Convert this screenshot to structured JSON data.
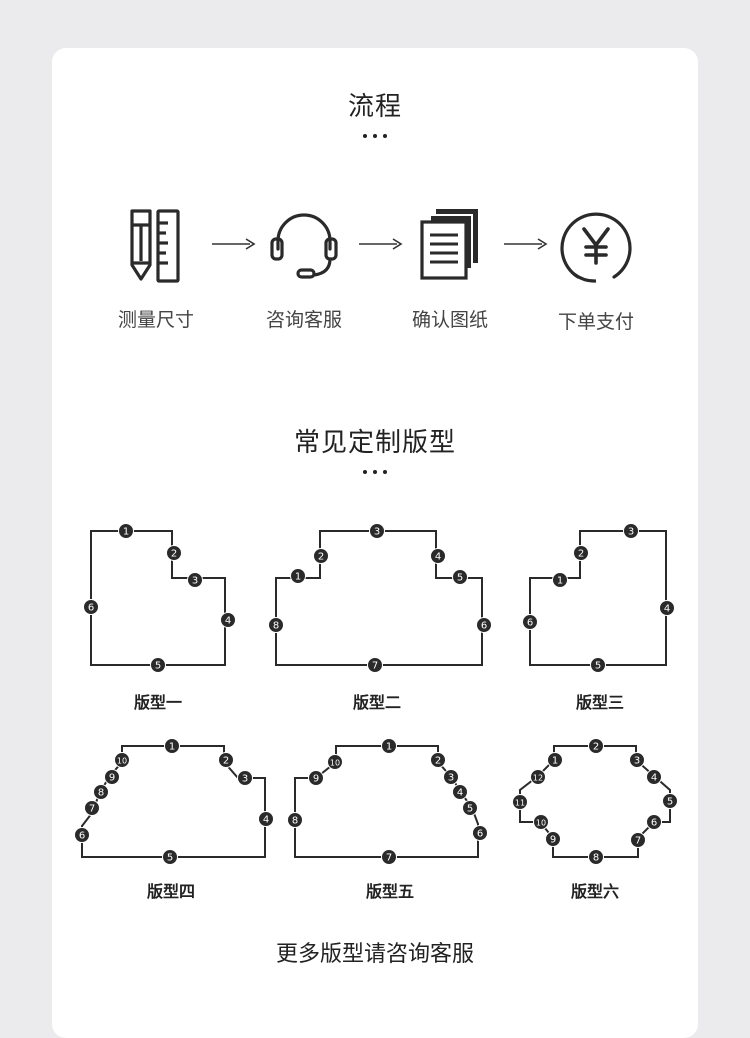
{
  "process": {
    "title": "流程",
    "steps": [
      {
        "label": "测量尺寸",
        "icon": "ruler-pencil-icon"
      },
      {
        "label": "咨询客服",
        "icon": "headset-icon"
      },
      {
        "label": "确认图纸",
        "icon": "documents-icon"
      },
      {
        "label": "下单支付",
        "icon": "yuan-coin-icon"
      }
    ]
  },
  "layouts": {
    "title": "常见定制版型",
    "items": [
      {
        "caption": "版型一",
        "numbers": [
          "1",
          "2",
          "3",
          "4",
          "5",
          "6"
        ]
      },
      {
        "caption": "版型二",
        "numbers": [
          "1",
          "2",
          "3",
          "4",
          "5",
          "6",
          "7",
          "8"
        ]
      },
      {
        "caption": "版型三",
        "numbers": [
          "1",
          "2",
          "3",
          "4",
          "5",
          "6"
        ]
      },
      {
        "caption": "版型四",
        "numbers": [
          "1",
          "2",
          "3",
          "4",
          "5",
          "6",
          "7",
          "8",
          "9",
          "10"
        ]
      },
      {
        "caption": "版型五",
        "numbers": [
          "1",
          "2",
          "3",
          "4",
          "5",
          "6",
          "7",
          "8",
          "9",
          "10"
        ]
      },
      {
        "caption": "版型六",
        "numbers": [
          "1",
          "2",
          "3",
          "4",
          "5",
          "6",
          "7",
          "8",
          "9",
          "10",
          "11",
          "12"
        ]
      }
    ]
  },
  "footer": {
    "text": "更多版型请咨询客服"
  }
}
